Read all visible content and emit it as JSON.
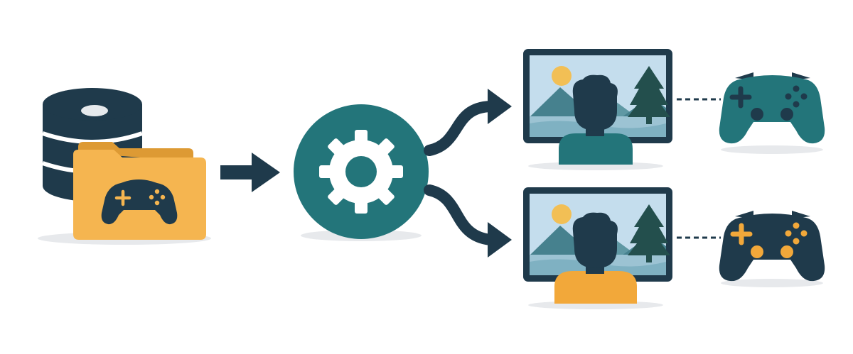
{
  "diagram": {
    "description_free": true,
    "nodes": [
      {
        "id": "source",
        "icons": [
          "database-icon",
          "folder-icon",
          "gamepad-icon"
        ]
      },
      {
        "id": "processor",
        "icons": [
          "gear-icon"
        ]
      },
      {
        "id": "player-1",
        "icons": [
          "monitor-icon",
          "landscape-icon",
          "person-icon",
          "gamepad-icon"
        ]
      },
      {
        "id": "player-2",
        "icons": [
          "monitor-icon",
          "landscape-icon",
          "person-icon",
          "gamepad-icon"
        ]
      }
    ],
    "edges": [
      {
        "from": "source",
        "to": "processor",
        "style": "straight-arrow"
      },
      {
        "from": "processor",
        "to": "player-1",
        "style": "curved-arrow"
      },
      {
        "from": "processor",
        "to": "player-2",
        "style": "curved-arrow"
      },
      {
        "from": "player-1",
        "to": "gamepad-1",
        "style": "dashed-line"
      },
      {
        "from": "player-2",
        "to": "gamepad-2",
        "style": "dashed-line"
      }
    ]
  },
  "colors": {
    "navy": "#1f3a4b",
    "teal": "#23757a",
    "orange": "#f2a83a",
    "folder": "#f5b550",
    "sky": "#c4dded",
    "sun": "#f2bf55",
    "mountain": "#46818e",
    "tree": "#234f4d",
    "shadow": "#e7e9ec"
  }
}
